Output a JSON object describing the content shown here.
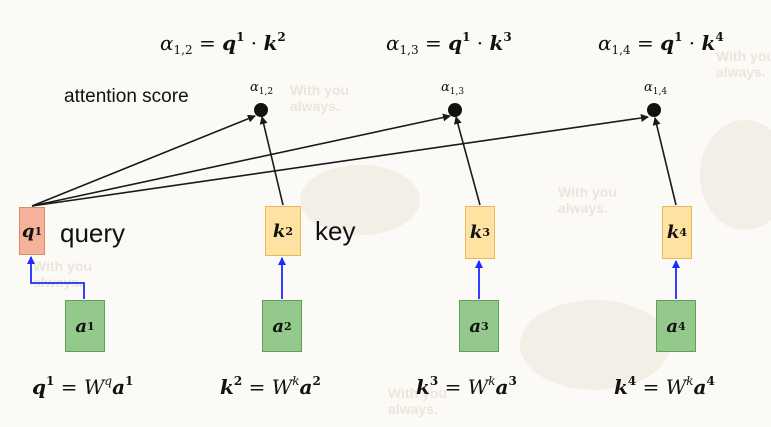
{
  "top_formulas": [
    {
      "alpha_sub": "1,2",
      "key_sup": "2"
    },
    {
      "alpha_sub": "1,3",
      "key_sup": "3"
    },
    {
      "alpha_sub": "1,4",
      "key_sup": "4"
    }
  ],
  "symbols": {
    "alpha": "α",
    "q": "q",
    "k": "k",
    "a": "a",
    "W": "W",
    "equals": "=",
    "dot": "·",
    "sup_q": "q",
    "sup_k": "k",
    "one": "1"
  },
  "labels": {
    "attention_score": "attention score",
    "query": "query",
    "key": "key"
  },
  "score_nodes": [
    {
      "sub": "1,2"
    },
    {
      "sub": "1,3"
    },
    {
      "sub": "1,4"
    }
  ],
  "vector_boxes": {
    "q": {
      "letter": "q",
      "sup": "1"
    },
    "k": [
      {
        "letter": "k",
        "sup": "2"
      },
      {
        "letter": "k",
        "sup": "3"
      },
      {
        "letter": "k",
        "sup": "4"
      }
    ],
    "a": [
      {
        "letter": "a",
        "sup": "1"
      },
      {
        "letter": "a",
        "sup": "2"
      },
      {
        "letter": "a",
        "sup": "3"
      },
      {
        "letter": "a",
        "sup": "4"
      }
    ]
  },
  "bottom_formulas": [
    {
      "lhs": "q",
      "lhs_sup": "1",
      "w_sup": "q",
      "rhs_sup": "1"
    },
    {
      "lhs": "k",
      "lhs_sup": "2",
      "w_sup": "k",
      "rhs_sup": "2"
    },
    {
      "lhs": "k",
      "lhs_sup": "3",
      "w_sup": "k",
      "rhs_sup": "3"
    },
    {
      "lhs": "k",
      "lhs_sup": "4",
      "w_sup": "k",
      "rhs_sup": "4"
    }
  ],
  "watermark": "With you always.",
  "colors": {
    "query_box": "#f4b299",
    "key_box": "#fde2a1",
    "input_box": "#93c98a",
    "arrow_blue": "#1a2cff",
    "line_dark": "#1a1a1a"
  }
}
